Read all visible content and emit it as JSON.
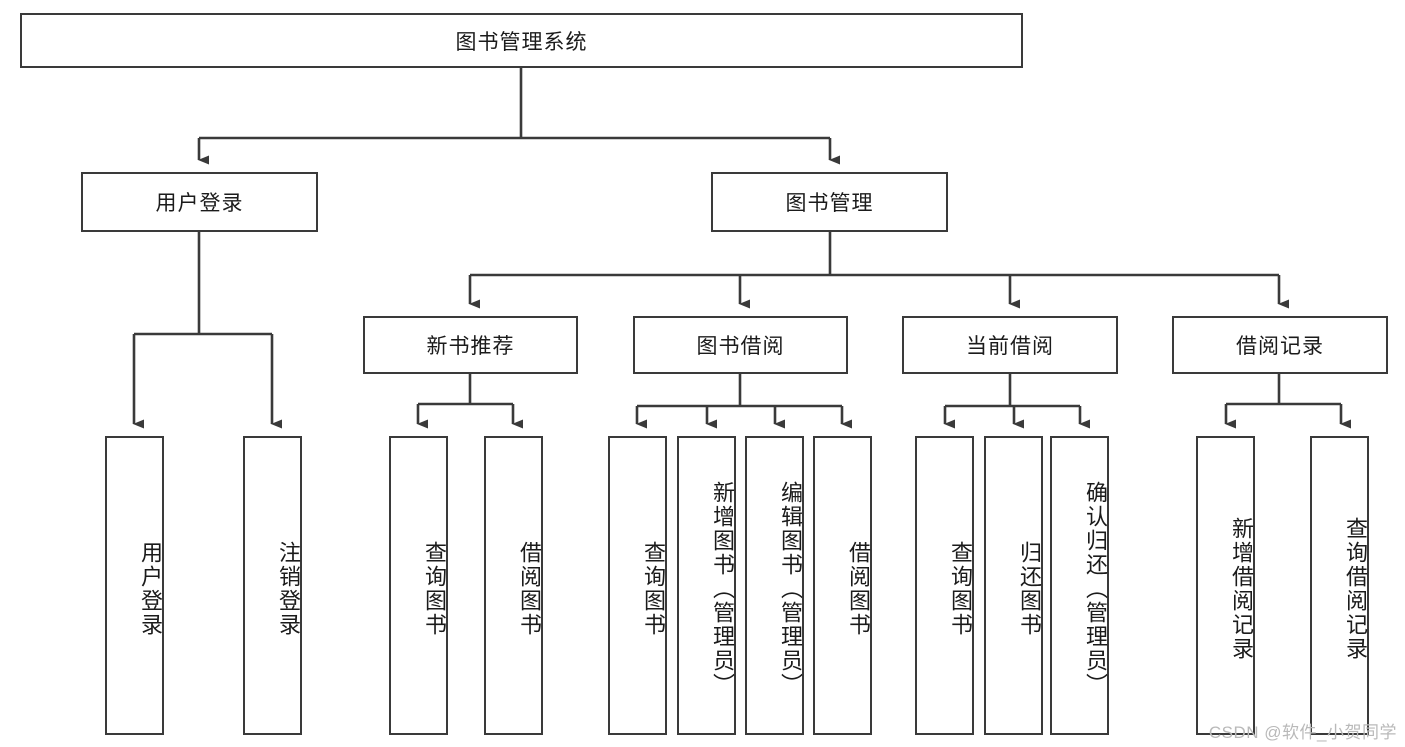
{
  "diagram": {
    "type": "tree-hierarchy-chart",
    "title": "图书管理系统",
    "line_color": "#3a3a3a",
    "box_fill": "#ffffff",
    "text_color": "#1b1b1b",
    "root": {
      "label": "图书管理系统"
    },
    "level1": [
      {
        "label": "用户登录"
      },
      {
        "label": "图书管理"
      }
    ],
    "level2": [
      {
        "label": "新书推荐"
      },
      {
        "label": "图书借阅"
      },
      {
        "label": "当前借阅"
      },
      {
        "label": "借阅记录"
      }
    ],
    "leaves_user_login": [
      {
        "label": "用户登录"
      },
      {
        "label": "注销登录"
      }
    ],
    "leaves_new_books": [
      {
        "label": "查询图书"
      },
      {
        "label": "借阅图书"
      }
    ],
    "leaves_book_borrow": [
      {
        "label": "查询图书"
      },
      {
        "label": "新增图书（管理员）"
      },
      {
        "label": "编辑图书（管理员）"
      },
      {
        "label": "借阅图书"
      }
    ],
    "leaves_current_borrow": [
      {
        "label": "查询图书"
      },
      {
        "label": "归还图书"
      },
      {
        "label": "确认归还（管理员）"
      }
    ],
    "leaves_borrow_records": [
      {
        "label": "新增借阅记录"
      },
      {
        "label": "查询借阅记录"
      }
    ]
  },
  "watermark": {
    "text": "CSDN @软件_小贺同学",
    "color": "#b9b9b9"
  }
}
